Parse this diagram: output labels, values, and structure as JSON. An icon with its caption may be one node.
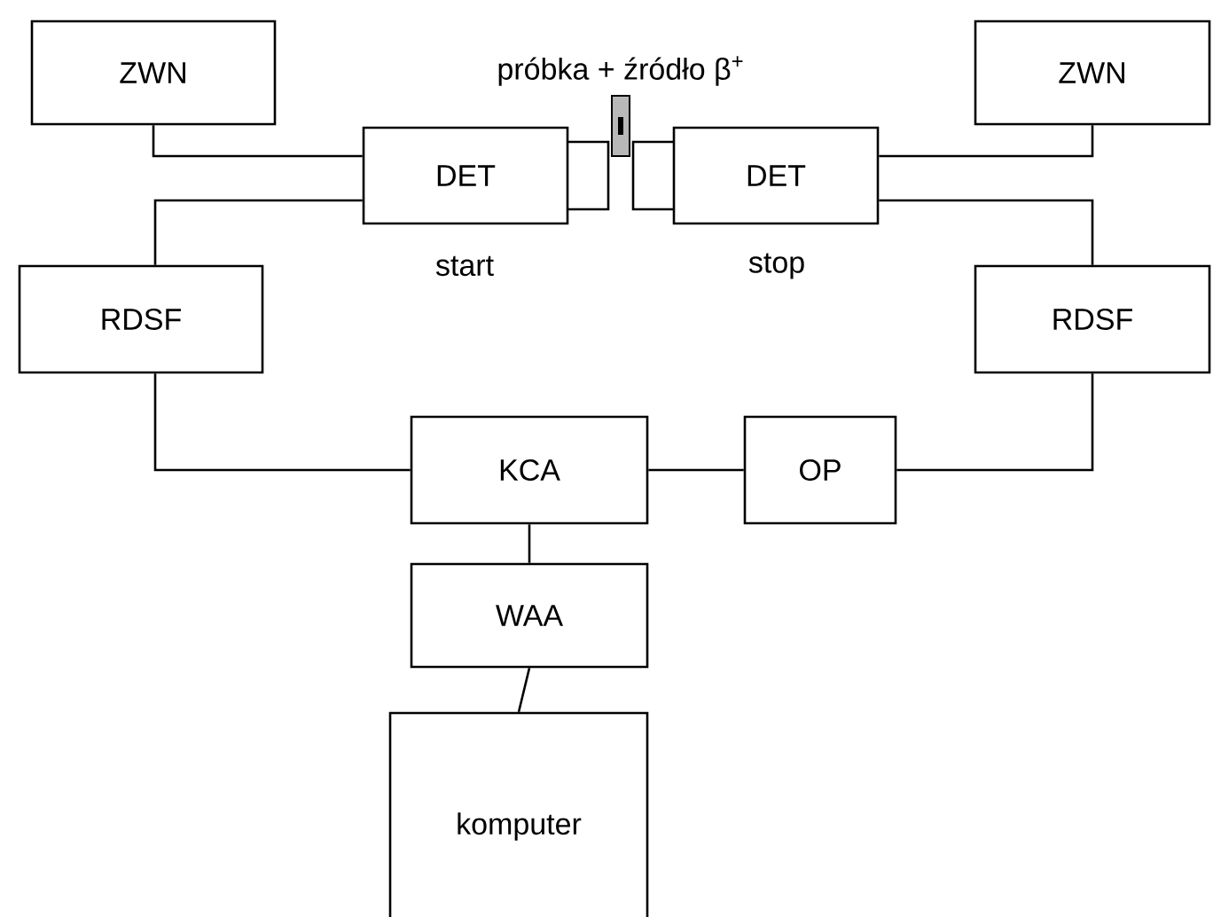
{
  "diagram": {
    "nodes": [
      {
        "text": [
          "ZWN"
        ]
      },
      {
        "text": [
          "ZWN"
        ]
      },
      {
        "text": [
          "DET"
        ],
        "beside": [
          "start"
        ]
      },
      {
        "text": [
          "DET"
        ],
        "beside": [
          "stop"
        ]
      },
      {
        "text": [
          "RDSF"
        ]
      },
      {
        "text": [
          "RDSF"
        ]
      },
      {
        "text": [
          "KCA"
        ]
      },
      {
        "text": [
          "OP"
        ]
      },
      {
        "text": [
          "WAA"
        ]
      },
      {
        "text": [
          "komputer"
        ]
      }
    ],
    "edges": [
      {
        "from": 0,
        "to": 2,
        "arrow": "none"
      },
      {
        "from": 2,
        "to": 4,
        "arrow": "none"
      },
      {
        "from": 4,
        "to": 6,
        "arrow": "none"
      },
      {
        "from": 3,
        "to": 1,
        "arrow": "none"
      },
      {
        "from": 3,
        "to": 5,
        "arrow": "none"
      },
      {
        "from": 5,
        "to": 7,
        "arrow": "none"
      },
      {
        "from": 7,
        "to": 6,
        "arrow": "none"
      },
      {
        "from": 6,
        "to": 8,
        "arrow": "none"
      },
      {
        "from": 8,
        "to": 9,
        "arrow": "none"
      }
    ],
    "labels": [
      "próbka + źródło β$^{+}$"
    ]
  }
}
